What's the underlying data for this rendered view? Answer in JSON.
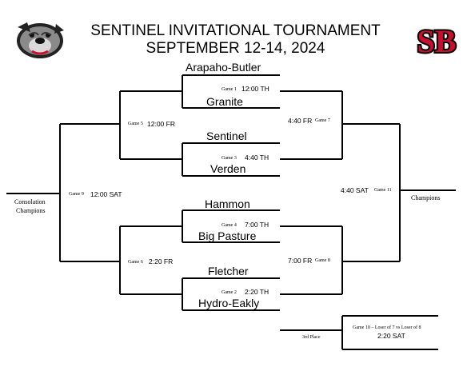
{
  "header": {
    "title_line1": "SENTINEL INVITATIONAL TOURNAMENT",
    "title_line2": "SEPTEMBER 12-14, 2024"
  },
  "teams": {
    "t1": "Arapaho-Butler",
    "t2": "Granite",
    "t3": "Sentinel",
    "t4": "Verden",
    "t5": "Hammon",
    "t6": "Big Pasture",
    "t7": "Fletcher",
    "t8": "Hydro-Eakly"
  },
  "games": {
    "g1": {
      "label": "Game 1",
      "time": "12:00 TH"
    },
    "g2": {
      "label": "Game 2",
      "time": "2:20 TH"
    },
    "g3": {
      "label": "Game 3",
      "time": "4:40 TH"
    },
    "g4": {
      "label": "Game 4",
      "time": "7:00 TH"
    },
    "g5": {
      "label": "Game 5",
      "time": "12:00 FR"
    },
    "g6": {
      "label": "Game 6",
      "time": "2:20 FR"
    },
    "g7": {
      "label": "Game 7",
      "time": "4:40 FR"
    },
    "g8": {
      "label": "Game 8",
      "time": "7:00 FR"
    },
    "g9": {
      "label": "Game 9",
      "time": "12:00 SAT"
    },
    "g10": {
      "label": "Game 10 – Loser of 7 vs Loser of 8",
      "time": "2:20 SAT"
    },
    "g11": {
      "label": "Game 11",
      "time": "4:40 SAT"
    }
  },
  "labels": {
    "consolation_line1": "Consolation",
    "consolation_line2": "Champions",
    "champions": "Champions",
    "third_place": "3rd Place"
  },
  "colors": {
    "line": "#000000",
    "logo_left_primary": "#8a8a8a",
    "logo_right_primary": "#c8102e"
  },
  "icons": {
    "left_logo": "bulldog-mascot-icon",
    "right_logo": "sb-monogram-logo"
  }
}
